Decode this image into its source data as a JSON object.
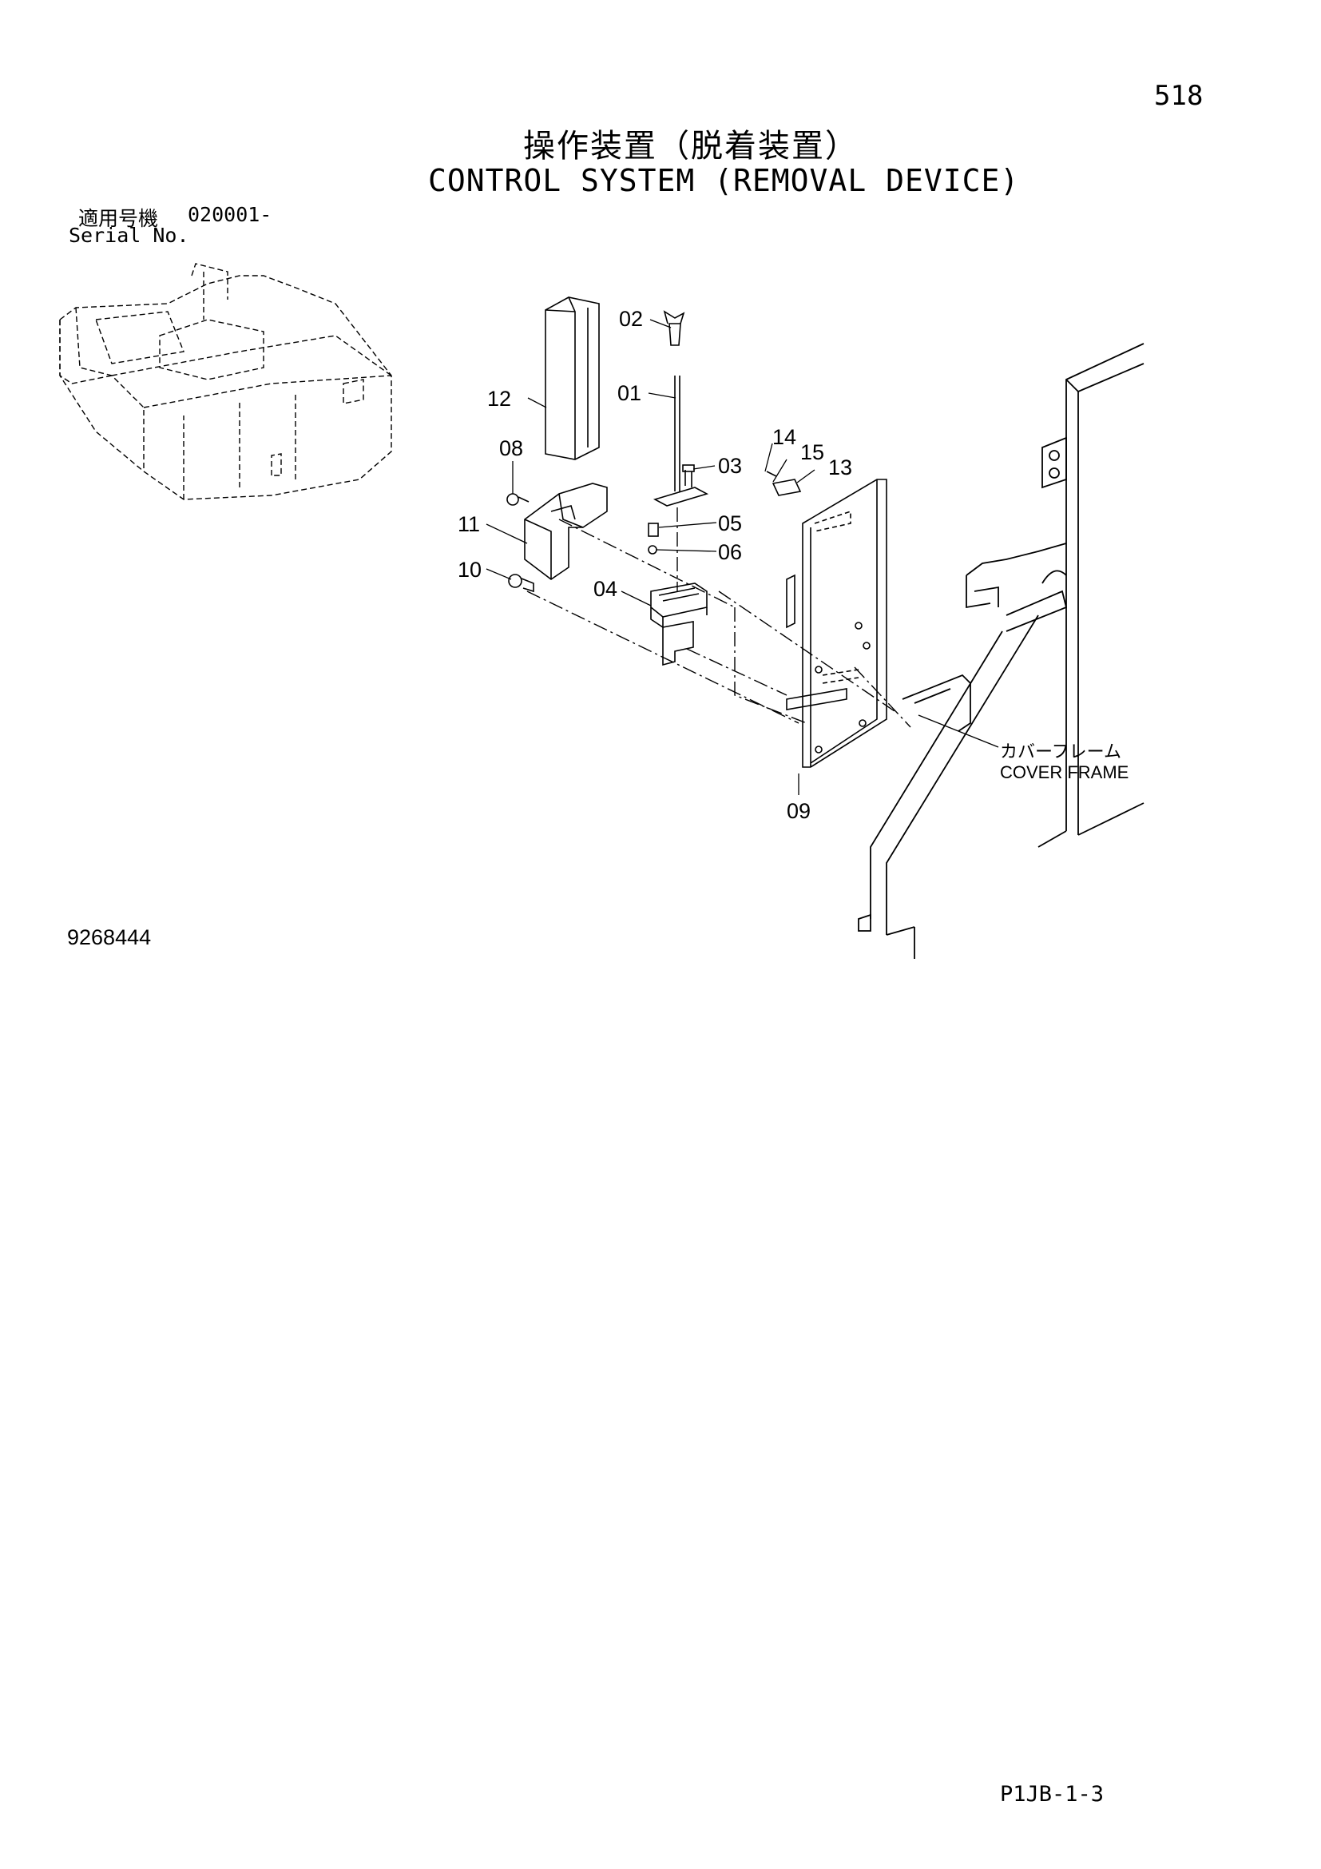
{
  "page": {
    "number": "518",
    "title_ja": "操作装置（脱着装置）",
    "title_en": "CONTROL SYSTEM (REMOVAL DEVICE)",
    "serial_label_ja": "適用号機",
    "serial_value": "020001-",
    "serial_label_en": "Serial No.",
    "figure_number": "9268444",
    "footer_code": "P1JB-1-3"
  },
  "diagram": {
    "callouts": [
      "01",
      "02",
      "03",
      "04",
      "05",
      "06",
      "08",
      "09",
      "10",
      "11",
      "12",
      "13",
      "14",
      "15"
    ],
    "cover_frame_ja": "カバーフレーム",
    "cover_frame_en": "COVER FRAME"
  }
}
